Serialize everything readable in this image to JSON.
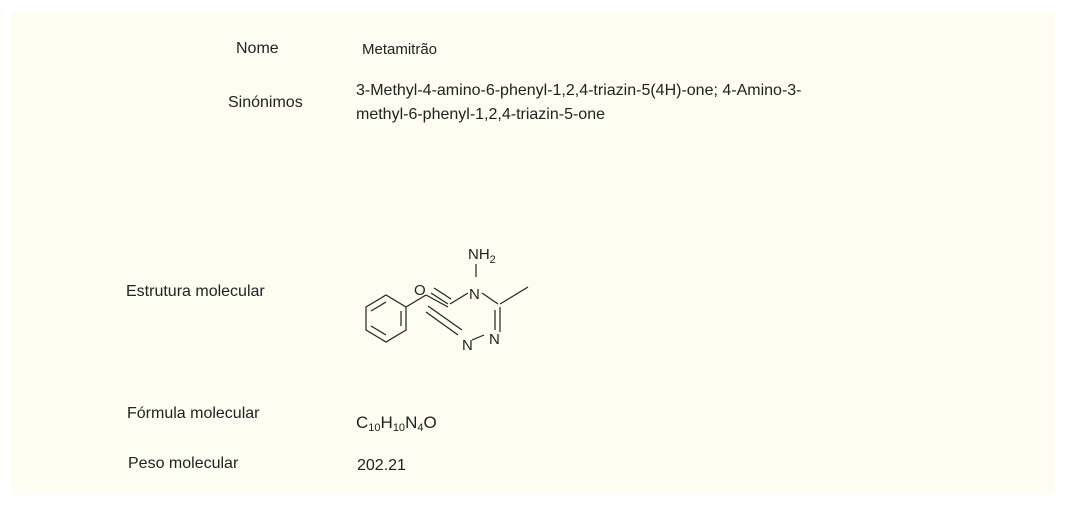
{
  "rows": {
    "name": {
      "label": "Nome",
      "value": "Metamitrão"
    },
    "synonyms": {
      "label": "Sinónimos",
      "line1": "3-Methyl-4-amino-6-phenyl-1,2,4-triazin-5(4H)-one; 4-Amino-3-",
      "line2": "methyl-6-phenyl-1,2,4-triazin-5-one"
    },
    "structure": {
      "label": "Estrutura molecular",
      "atoms": {
        "amine": "NH",
        "amine_sub": "2",
        "oxygen": "O",
        "n4": "N",
        "n2": "N",
        "n1": "N"
      }
    },
    "formula": {
      "label": "Fórmula molecular",
      "parts": {
        "c": "C",
        "c_n": "10",
        "h": "H",
        "h_n": "10",
        "n": "N",
        "n_n": "4",
        "o": "O"
      }
    },
    "weight": {
      "label": "Peso molecular",
      "value": "202.21"
    }
  }
}
